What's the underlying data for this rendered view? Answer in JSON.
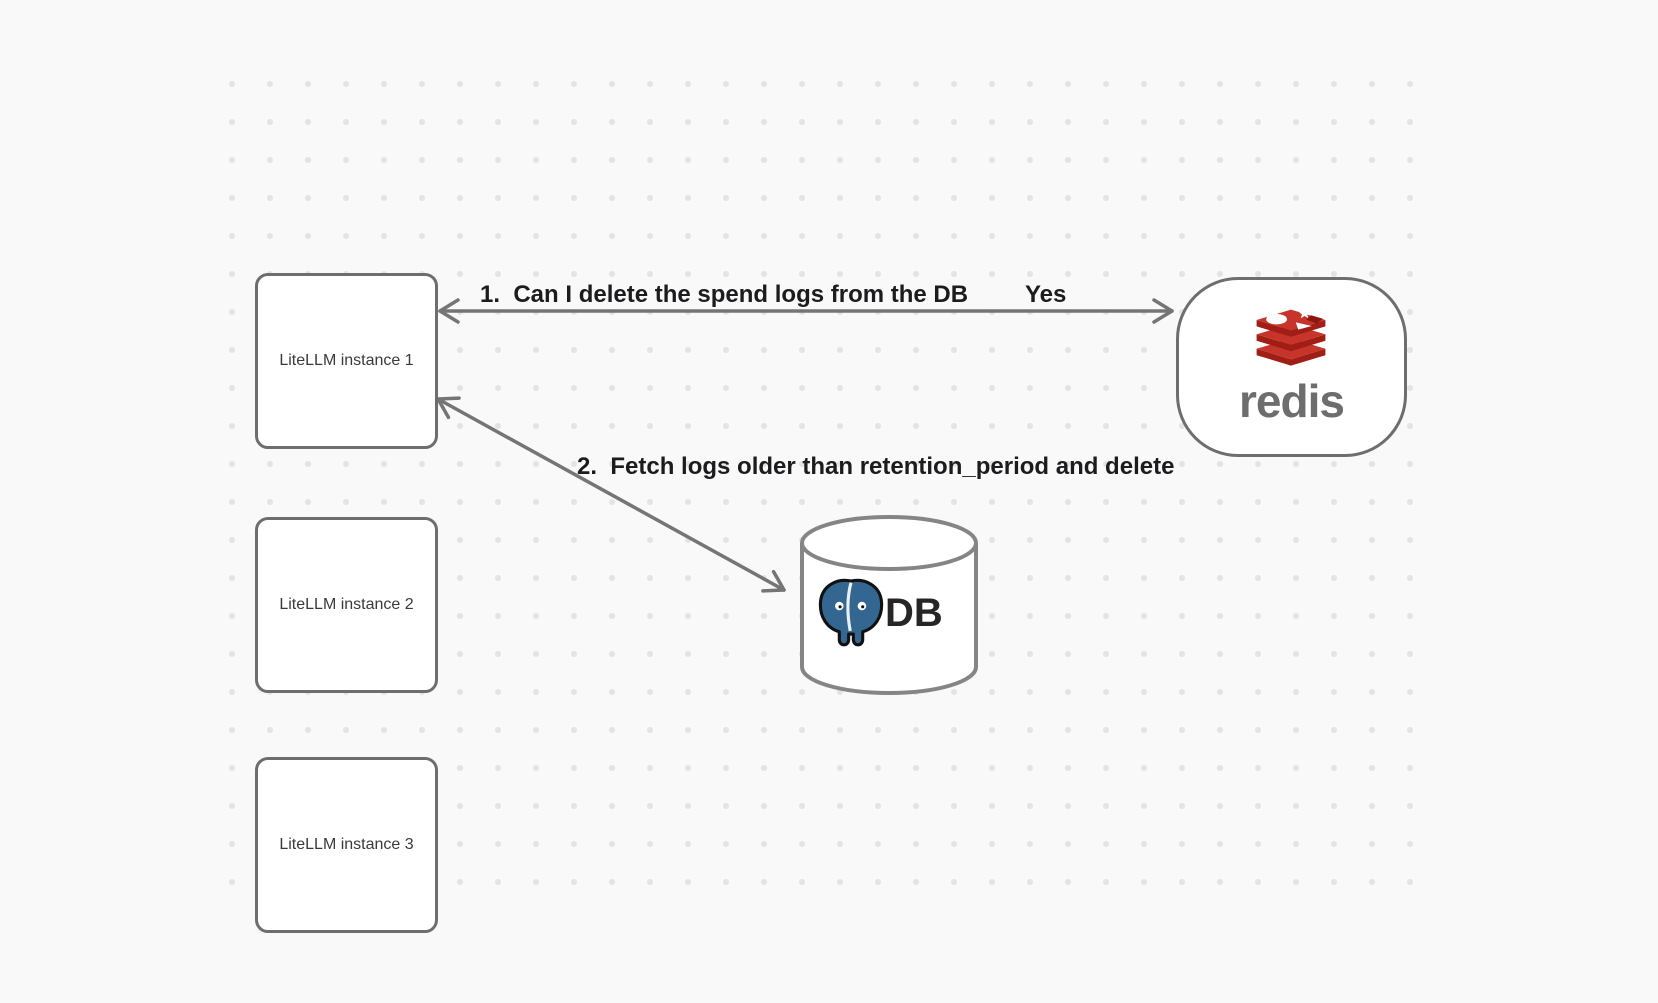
{
  "nodes": {
    "litellm_instances": [
      {
        "label": "LiteLLM instance 1"
      },
      {
        "label": "LiteLLM instance 2"
      },
      {
        "label": "LiteLLM instance 3"
      }
    ],
    "redis": {
      "wordmark": "redis"
    },
    "db": {
      "label": "DB"
    }
  },
  "arrows": [
    {
      "from": "LiteLLM instance 1",
      "to": "redis",
      "direction": "bidirectional",
      "label": "1.  Can I delete the spend logs from the DB",
      "answer": "Yes"
    },
    {
      "from": "LiteLLM instance 1",
      "to": "DB",
      "direction": "bidirectional",
      "label": "2.  Fetch logs older than retention_period and delete"
    }
  ],
  "icons": {
    "redis_logo": "redis-stacked-cubes-logo",
    "db_logo": "postgresql-elephant-logo",
    "db_shape": "database-cylinder"
  },
  "colors": {
    "background": "#f9f9f9",
    "dot_grid": "#e3e3e3",
    "node_border": "#6e6e6e",
    "arrow": "#757575",
    "label_text": "#1c1c1e",
    "box_text": "#3a3a3a",
    "redis_red": "#c7342a",
    "redis_dark_red": "#a01e15",
    "redis_wordmark_gray": "#6d6d6d",
    "postgres_blue": "#336791"
  }
}
